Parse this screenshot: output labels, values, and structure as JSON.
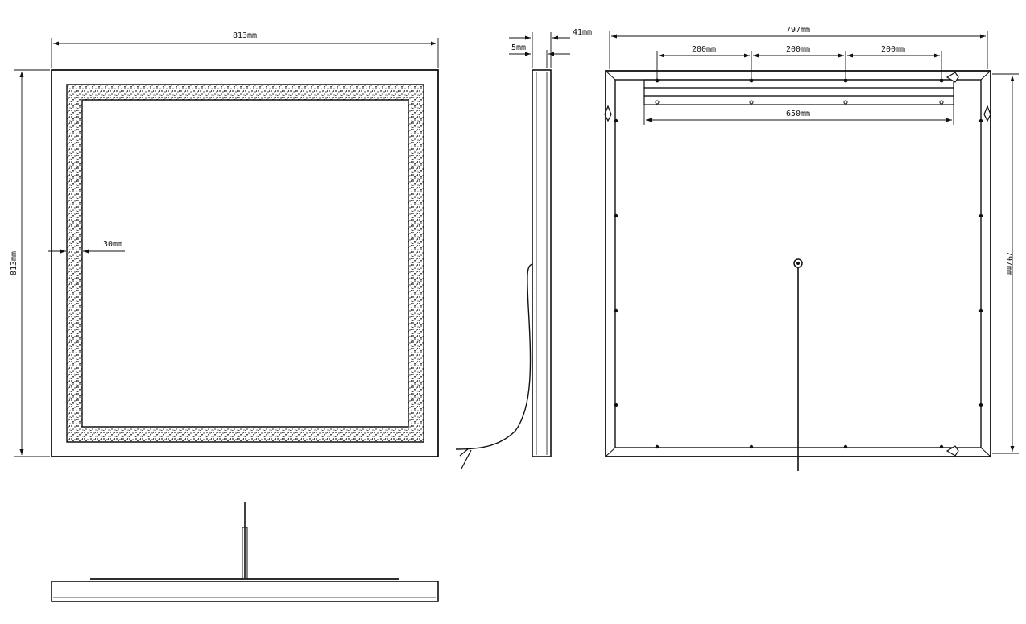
{
  "drawing": {
    "front_view": {
      "width_label": "813mm",
      "height_label": "813mm",
      "border_label": "30mm"
    },
    "side_view": {
      "depth_label": "41mm",
      "glass_label": "5mm"
    },
    "back_view": {
      "width_label": "797mm",
      "height_label": "797mm",
      "spacing_labels": [
        "200mm",
        "200mm",
        "200mm"
      ],
      "rail_label": "650mm"
    }
  },
  "colors": {
    "line": "#111111",
    "background": "#ffffff"
  }
}
